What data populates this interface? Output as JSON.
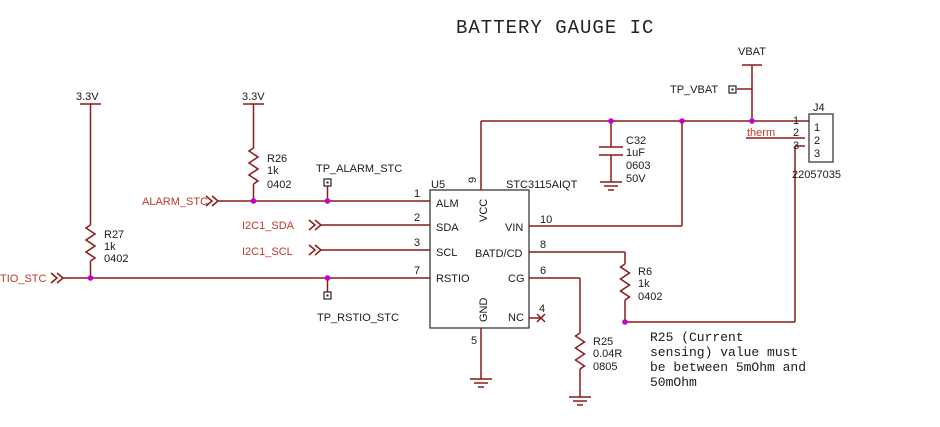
{
  "title": "BATTERY GAUGE IC",
  "rails": {
    "left": "3.3V",
    "mid": "3.3V",
    "vbat": "VBAT"
  },
  "testpoints": {
    "vbat": "TP_VBAT",
    "alarm": "TP_ALARM_STC",
    "rstio": "TP_RSTIO_STC"
  },
  "nets": {
    "alarm": "ALARM_STC",
    "sda": "I2C1_SDA",
    "scl": "I2C1_SCL",
    "rstio": "TIO_STC",
    "therm": "therm"
  },
  "ic": {
    "ref": "U5",
    "part": "STC3115AIQT",
    "pins": {
      "alm": {
        "name": "ALM",
        "num": "1"
      },
      "sda": {
        "name": "SDA",
        "num": "2"
      },
      "scl": {
        "name": "SCL",
        "num": "3"
      },
      "rstio": {
        "name": "RSTIO",
        "num": "7"
      },
      "vcc": {
        "name": "VCC",
        "num": "9"
      },
      "vin": {
        "name": "VIN",
        "num": "10"
      },
      "batd": {
        "name": "BATD/CD",
        "num": "8"
      },
      "cg": {
        "name": "CG",
        "num": "6"
      },
      "nc": {
        "name": "NC",
        "num": "4"
      },
      "gnd": {
        "name": "GND",
        "num": "5"
      }
    }
  },
  "components": {
    "r26": {
      "ref": "R26",
      "value": "1k",
      "pkg": "0402"
    },
    "r27": {
      "ref": "R27",
      "value": "1k",
      "pkg": "0402"
    },
    "r6": {
      "ref": "R6",
      "value": "1k",
      "pkg": "0402"
    },
    "r25": {
      "ref": "R25",
      "value": "0.04R",
      "pkg": "0805"
    },
    "c32": {
      "ref": "C32",
      "value": "1uF",
      "pkg": "0603",
      "volt": "50V"
    }
  },
  "connector": {
    "ref": "J4",
    "part": "22057035",
    "pins": [
      "1",
      "2",
      "3"
    ]
  },
  "note": {
    "lines": [
      "R25 (Current",
      "sensing)  value must",
      "be between 5mOhm and",
      "50mOhm"
    ]
  }
}
